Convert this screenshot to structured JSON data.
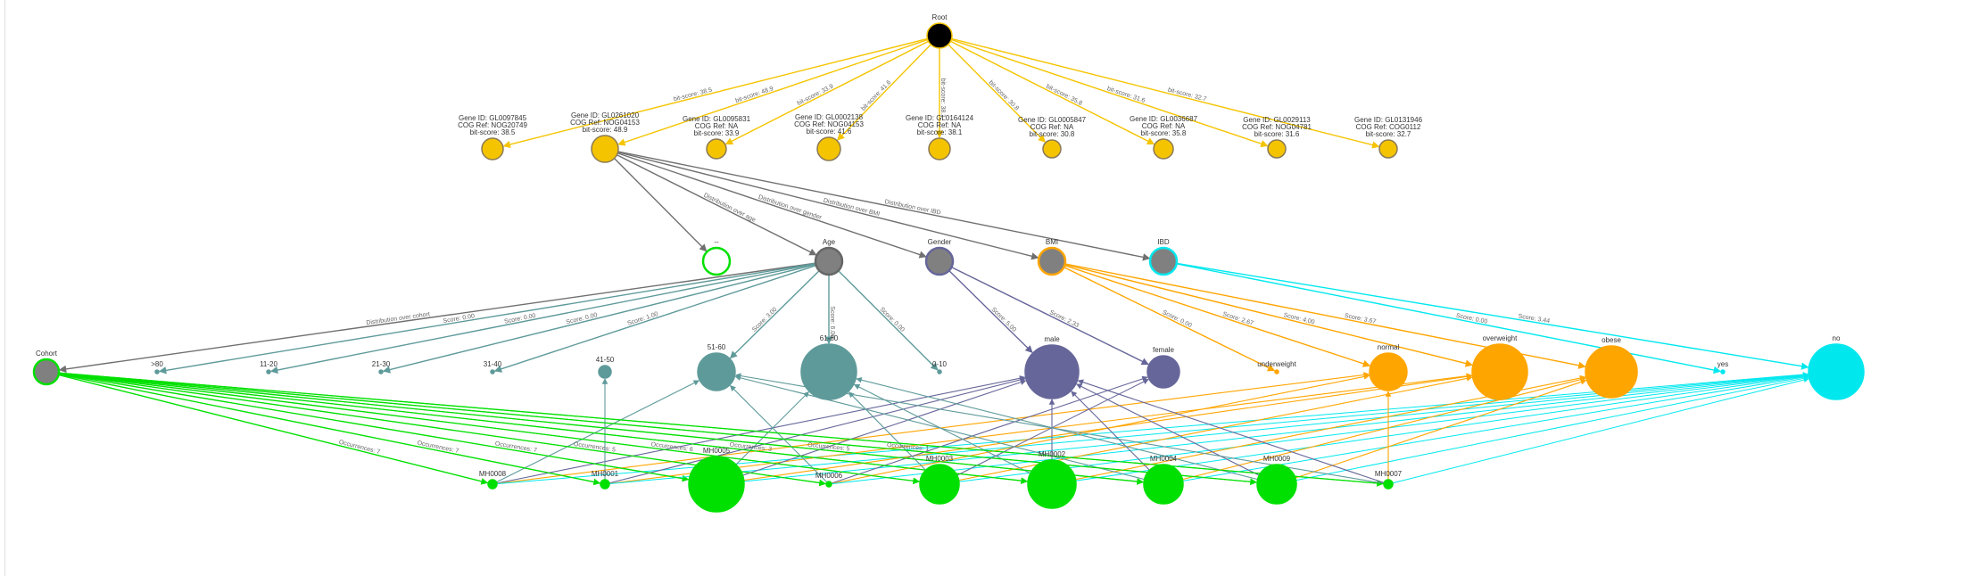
{
  "colors": {
    "gene": "#f5c400",
    "gene_stroke": "#8a7a55",
    "root": "#000000",
    "age": "#5f9a9a",
    "gender": "#66669a",
    "bmi": "#ffa500",
    "ibd": "#00e8ee",
    "sample": "#00e000",
    "category_fill": "#808080",
    "edge_gray": "#707070"
  },
  "nodes": [
    {
      "id": "root",
      "label": "Root",
      "group": "root"
    },
    {
      "id": "g1",
      "label": "Gene ID: GL0097845\nCOG Ref: NOG20749\nbit-score: 38.5",
      "group": "gene"
    },
    {
      "id": "g2",
      "label": "Gene ID: GL0261020\nCOG Ref: NOG04153\nbit-score: 48.9",
      "group": "gene"
    },
    {
      "id": "g3",
      "label": "Gene ID: GL0095831\nCOG Ref: NA\nbit-score: 33.9",
      "group": "gene"
    },
    {
      "id": "g4",
      "label": "Gene ID: GL0002138\nCOG Ref: NOG04153\nbit-score: 41.6",
      "group": "gene"
    },
    {
      "id": "g5",
      "label": "Gene ID: GL0164124\nCOG Ref: NA\nbit-score: 38.1",
      "group": "gene"
    },
    {
      "id": "g6",
      "label": "Gene ID: GL0005847\nCOG Ref: NA\nbit-score: 30.8",
      "group": "gene"
    },
    {
      "id": "g7",
      "label": "Gene ID: GL0036687\nCOG Ref: NA\nbit-score: 35.8",
      "group": "gene"
    },
    {
      "id": "g8",
      "label": "Gene ID: GL0029113\nCOG Ref: NOG04781\nbit-score: 31.6",
      "group": "gene"
    },
    {
      "id": "g9",
      "label": "Gene ID: GL0131946\nCOG Ref: COG0112\nbit-score: 32.7",
      "group": "gene"
    },
    {
      "id": "blank",
      "label": "--",
      "group": "empty"
    },
    {
      "id": "age",
      "label": "Age",
      "group": "cat_age"
    },
    {
      "id": "gender",
      "label": "Gender",
      "group": "cat_gender"
    },
    {
      "id": "bmi",
      "label": "BMI",
      "group": "cat_bmi"
    },
    {
      "id": "ibd",
      "label": "IBD",
      "group": "cat_ibd"
    },
    {
      "id": "cohort",
      "label": "Cohort",
      "group": "cohort"
    },
    {
      "id": "a80",
      "label": ">80",
      "group": "age"
    },
    {
      "id": "a11",
      "label": "11-20",
      "group": "age"
    },
    {
      "id": "a21",
      "label": "21-30",
      "group": "age"
    },
    {
      "id": "a31",
      "label": "31-40",
      "group": "age"
    },
    {
      "id": "a41",
      "label": "41-50",
      "group": "age"
    },
    {
      "id": "a51",
      "label": "51-60",
      "group": "age"
    },
    {
      "id": "a61",
      "label": "61-80",
      "group": "age"
    },
    {
      "id": "a0",
      "label": "0-10",
      "group": "age"
    },
    {
      "id": "male",
      "label": "male",
      "group": "gender"
    },
    {
      "id": "female",
      "label": "female",
      "group": "gender"
    },
    {
      "id": "under",
      "label": "underweight",
      "group": "bmi"
    },
    {
      "id": "normal",
      "label": "normal",
      "group": "bmi"
    },
    {
      "id": "over",
      "label": "overweight",
      "group": "bmi"
    },
    {
      "id": "obese",
      "label": "obese",
      "group": "bmi"
    },
    {
      "id": "yes",
      "label": "yes",
      "group": "ibd"
    },
    {
      "id": "no",
      "label": "no",
      "group": "ibd"
    },
    {
      "id": "mh8",
      "label": "MH0008",
      "group": "sample"
    },
    {
      "id": "mh1",
      "label": "MH0001",
      "group": "sample"
    },
    {
      "id": "mh5",
      "label": "MH0005",
      "group": "sample"
    },
    {
      "id": "mh6",
      "label": "MH0006",
      "group": "sample"
    },
    {
      "id": "mh3",
      "label": "MH0003",
      "group": "sample"
    },
    {
      "id": "mh2",
      "label": "MH0002",
      "group": "sample"
    },
    {
      "id": "mh4",
      "label": "MH0004",
      "group": "sample"
    },
    {
      "id": "mh9",
      "label": "MH0009",
      "group": "sample"
    },
    {
      "id": "mh7",
      "label": "MH0007",
      "group": "sample"
    }
  ],
  "edges": [
    {
      "from": "root",
      "to": "g1",
      "label": "bit-score: 38.5",
      "group": "gene"
    },
    {
      "from": "root",
      "to": "g2",
      "label": "bit-score: 48.9",
      "group": "gene"
    },
    {
      "from": "root",
      "to": "g3",
      "label": "bit-score: 33.9",
      "group": "gene"
    },
    {
      "from": "root",
      "to": "g4",
      "label": "bit-score: 41.6",
      "group": "gene"
    },
    {
      "from": "root",
      "to": "g5",
      "label": "bit-score: 38.1",
      "group": "gene"
    },
    {
      "from": "root",
      "to": "g6",
      "label": "bit-score: 30.8",
      "group": "gene"
    },
    {
      "from": "root",
      "to": "g7",
      "label": "bit-score: 35.8",
      "group": "gene"
    },
    {
      "from": "root",
      "to": "g8",
      "label": "bit-score: 31.6",
      "group": "gene"
    },
    {
      "from": "root",
      "to": "g9",
      "label": "bit-score: 32.7",
      "group": "gene"
    },
    {
      "from": "g2",
      "to": "blank",
      "label": "",
      "group": "gray"
    },
    {
      "from": "g2",
      "to": "age",
      "label": "Distribution over age",
      "group": "gray"
    },
    {
      "from": "g2",
      "to": "gender",
      "label": "Distribution over gender",
      "group": "gray"
    },
    {
      "from": "g2",
      "to": "bmi",
      "label": "Distribution over BMI",
      "group": "gray"
    },
    {
      "from": "g2",
      "to": "ibd",
      "label": "Distribution over IBD",
      "group": "gray"
    },
    {
      "from": "age",
      "to": "cohort",
      "label": "Distribution over cohort",
      "group": "gray"
    },
    {
      "from": "age",
      "to": "a80",
      "label": "Score: 0.00",
      "group": "age"
    },
    {
      "from": "age",
      "to": "a11",
      "label": "Score: 0.00",
      "group": "age"
    },
    {
      "from": "age",
      "to": "a21",
      "label": "Score: 0.00",
      "group": "age"
    },
    {
      "from": "age",
      "to": "a31",
      "label": "Score: 1.00",
      "group": "age"
    },
    {
      "from": "age",
      "to": "a51",
      "label": "Score: 3.00",
      "group": "age"
    },
    {
      "from": "age",
      "to": "a61",
      "label": "Score: 6.00",
      "group": "age"
    },
    {
      "from": "age",
      "to": "a0",
      "label": "Score: 0.00",
      "group": "age"
    },
    {
      "from": "gender",
      "to": "male",
      "label": "Score: 5.00",
      "group": "gender"
    },
    {
      "from": "gender",
      "to": "female",
      "label": "Score: 2.33",
      "group": "gender"
    },
    {
      "from": "bmi",
      "to": "under",
      "label": "Score: 0.00",
      "group": "bmi"
    },
    {
      "from": "bmi",
      "to": "normal",
      "label": "Score: 2.67",
      "group": "bmi"
    },
    {
      "from": "bmi",
      "to": "over",
      "label": "Score: 4.00",
      "group": "bmi"
    },
    {
      "from": "bmi",
      "to": "obese",
      "label": "Score: 3.67",
      "group": "bmi"
    },
    {
      "from": "ibd",
      "to": "yes",
      "label": "Score: 0.00",
      "group": "ibd"
    },
    {
      "from": "ibd",
      "to": "no",
      "label": "Score: 3.44",
      "group": "ibd"
    },
    {
      "from": "cohort",
      "to": "mh8",
      "label": "Occurrences: 7",
      "group": "sample"
    },
    {
      "from": "cohort",
      "to": "mh1",
      "label": "Occurrences: 7",
      "group": "sample"
    },
    {
      "from": "cohort",
      "to": "mh5",
      "label": "Occurrences: 7",
      "group": "sample"
    },
    {
      "from": "cohort",
      "to": "mh6",
      "label": "Occurrences: 5",
      "group": "sample"
    },
    {
      "from": "cohort",
      "to": "mh3",
      "label": "Occurrences: 6",
      "group": "sample"
    },
    {
      "from": "cohort",
      "to": "mh2",
      "label": "Occurrences: 3",
      "group": "sample"
    },
    {
      "from": "cohort",
      "to": "mh4",
      "label": "Occurrences: 5",
      "group": "sample"
    },
    {
      "from": "cohort",
      "to": "mh9",
      "label": "Occurrences: 1",
      "group": "sample"
    },
    {
      "from": "cohort",
      "to": "mh7",
      "label": "",
      "group": "sample"
    }
  ]
}
